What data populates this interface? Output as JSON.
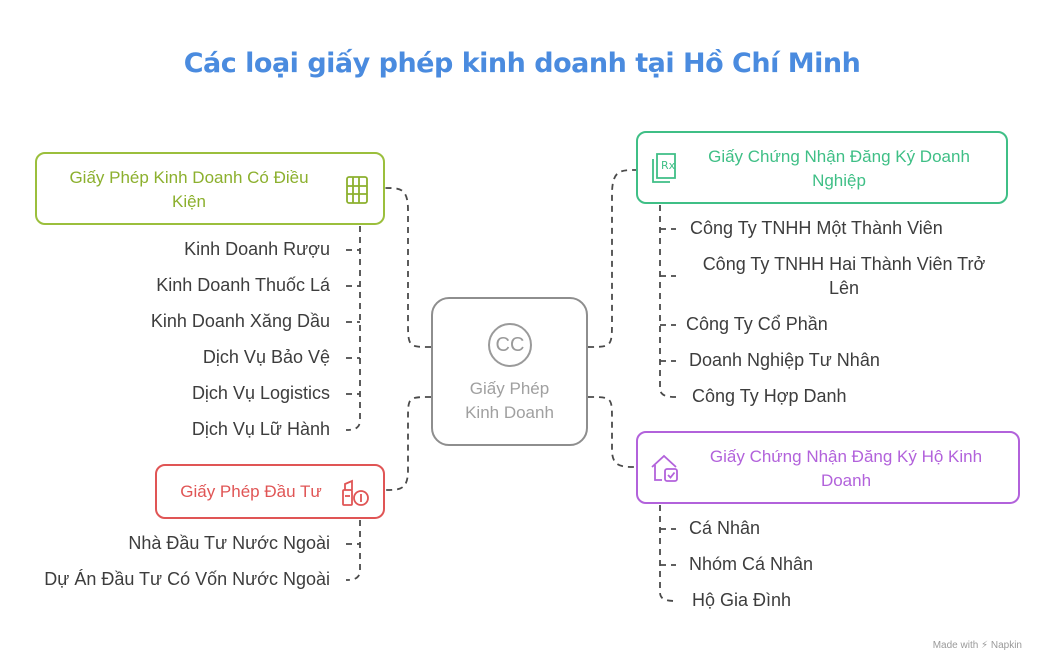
{
  "title": "Các loại giấy phép kinh doanh tại Hồ Chí Minh",
  "center": {
    "label_line1": "Giấy Phép",
    "label_line2": "Kinh Doanh",
    "icon": "cc-icon",
    "icon_text": "CC"
  },
  "branches": {
    "conditional": {
      "label_line1": "Giấy Phép Kinh Doanh Có Điều",
      "label_line2": "Kiện",
      "color": "#9bbf3c",
      "icon": "document-icon",
      "items": [
        "Kinh Doanh Rượu",
        "Kinh Doanh Thuốc Lá",
        "Kinh Doanh Xăng Dầu",
        "Dịch Vụ Bảo Vệ",
        "Dịch Vụ Logistics",
        "Dịch Vụ Lữ Hành"
      ]
    },
    "investment": {
      "label": "Giấy Phép Đầu Tư",
      "color": "#e05555",
      "icon": "investment-icon",
      "items": [
        "Nhà Đầu Tư Nước Ngoài",
        "Dự Án Đầu Tư Có Vốn Nước Ngoài"
      ]
    },
    "enterprise": {
      "label_line1": "Giấy Chứng Nhận Đăng Ký Doanh",
      "label_line2": "Nghiệp",
      "color": "#3fbf86",
      "icon": "prescription-icon",
      "items": [
        "Công Ty TNHH Một Thành Viên",
        "Công Ty TNHH Hai Thành Viên Trở",
        "Lên",
        "Công Ty Cổ Phần",
        "Doanh Nghiệp Tư Nhân",
        "Công Ty Hợp Danh"
      ]
    },
    "household": {
      "label_line1": "Giấy Chứng Nhận Đăng Ký Hộ Kinh",
      "label_line2": "Doanh",
      "color": "#b262db",
      "icon": "house-check-icon",
      "items": [
        "Cá Nhân",
        "Nhóm Cá Nhân",
        "Hộ Gia Đình"
      ]
    }
  },
  "watermark": "Made with ⚡ Napkin"
}
